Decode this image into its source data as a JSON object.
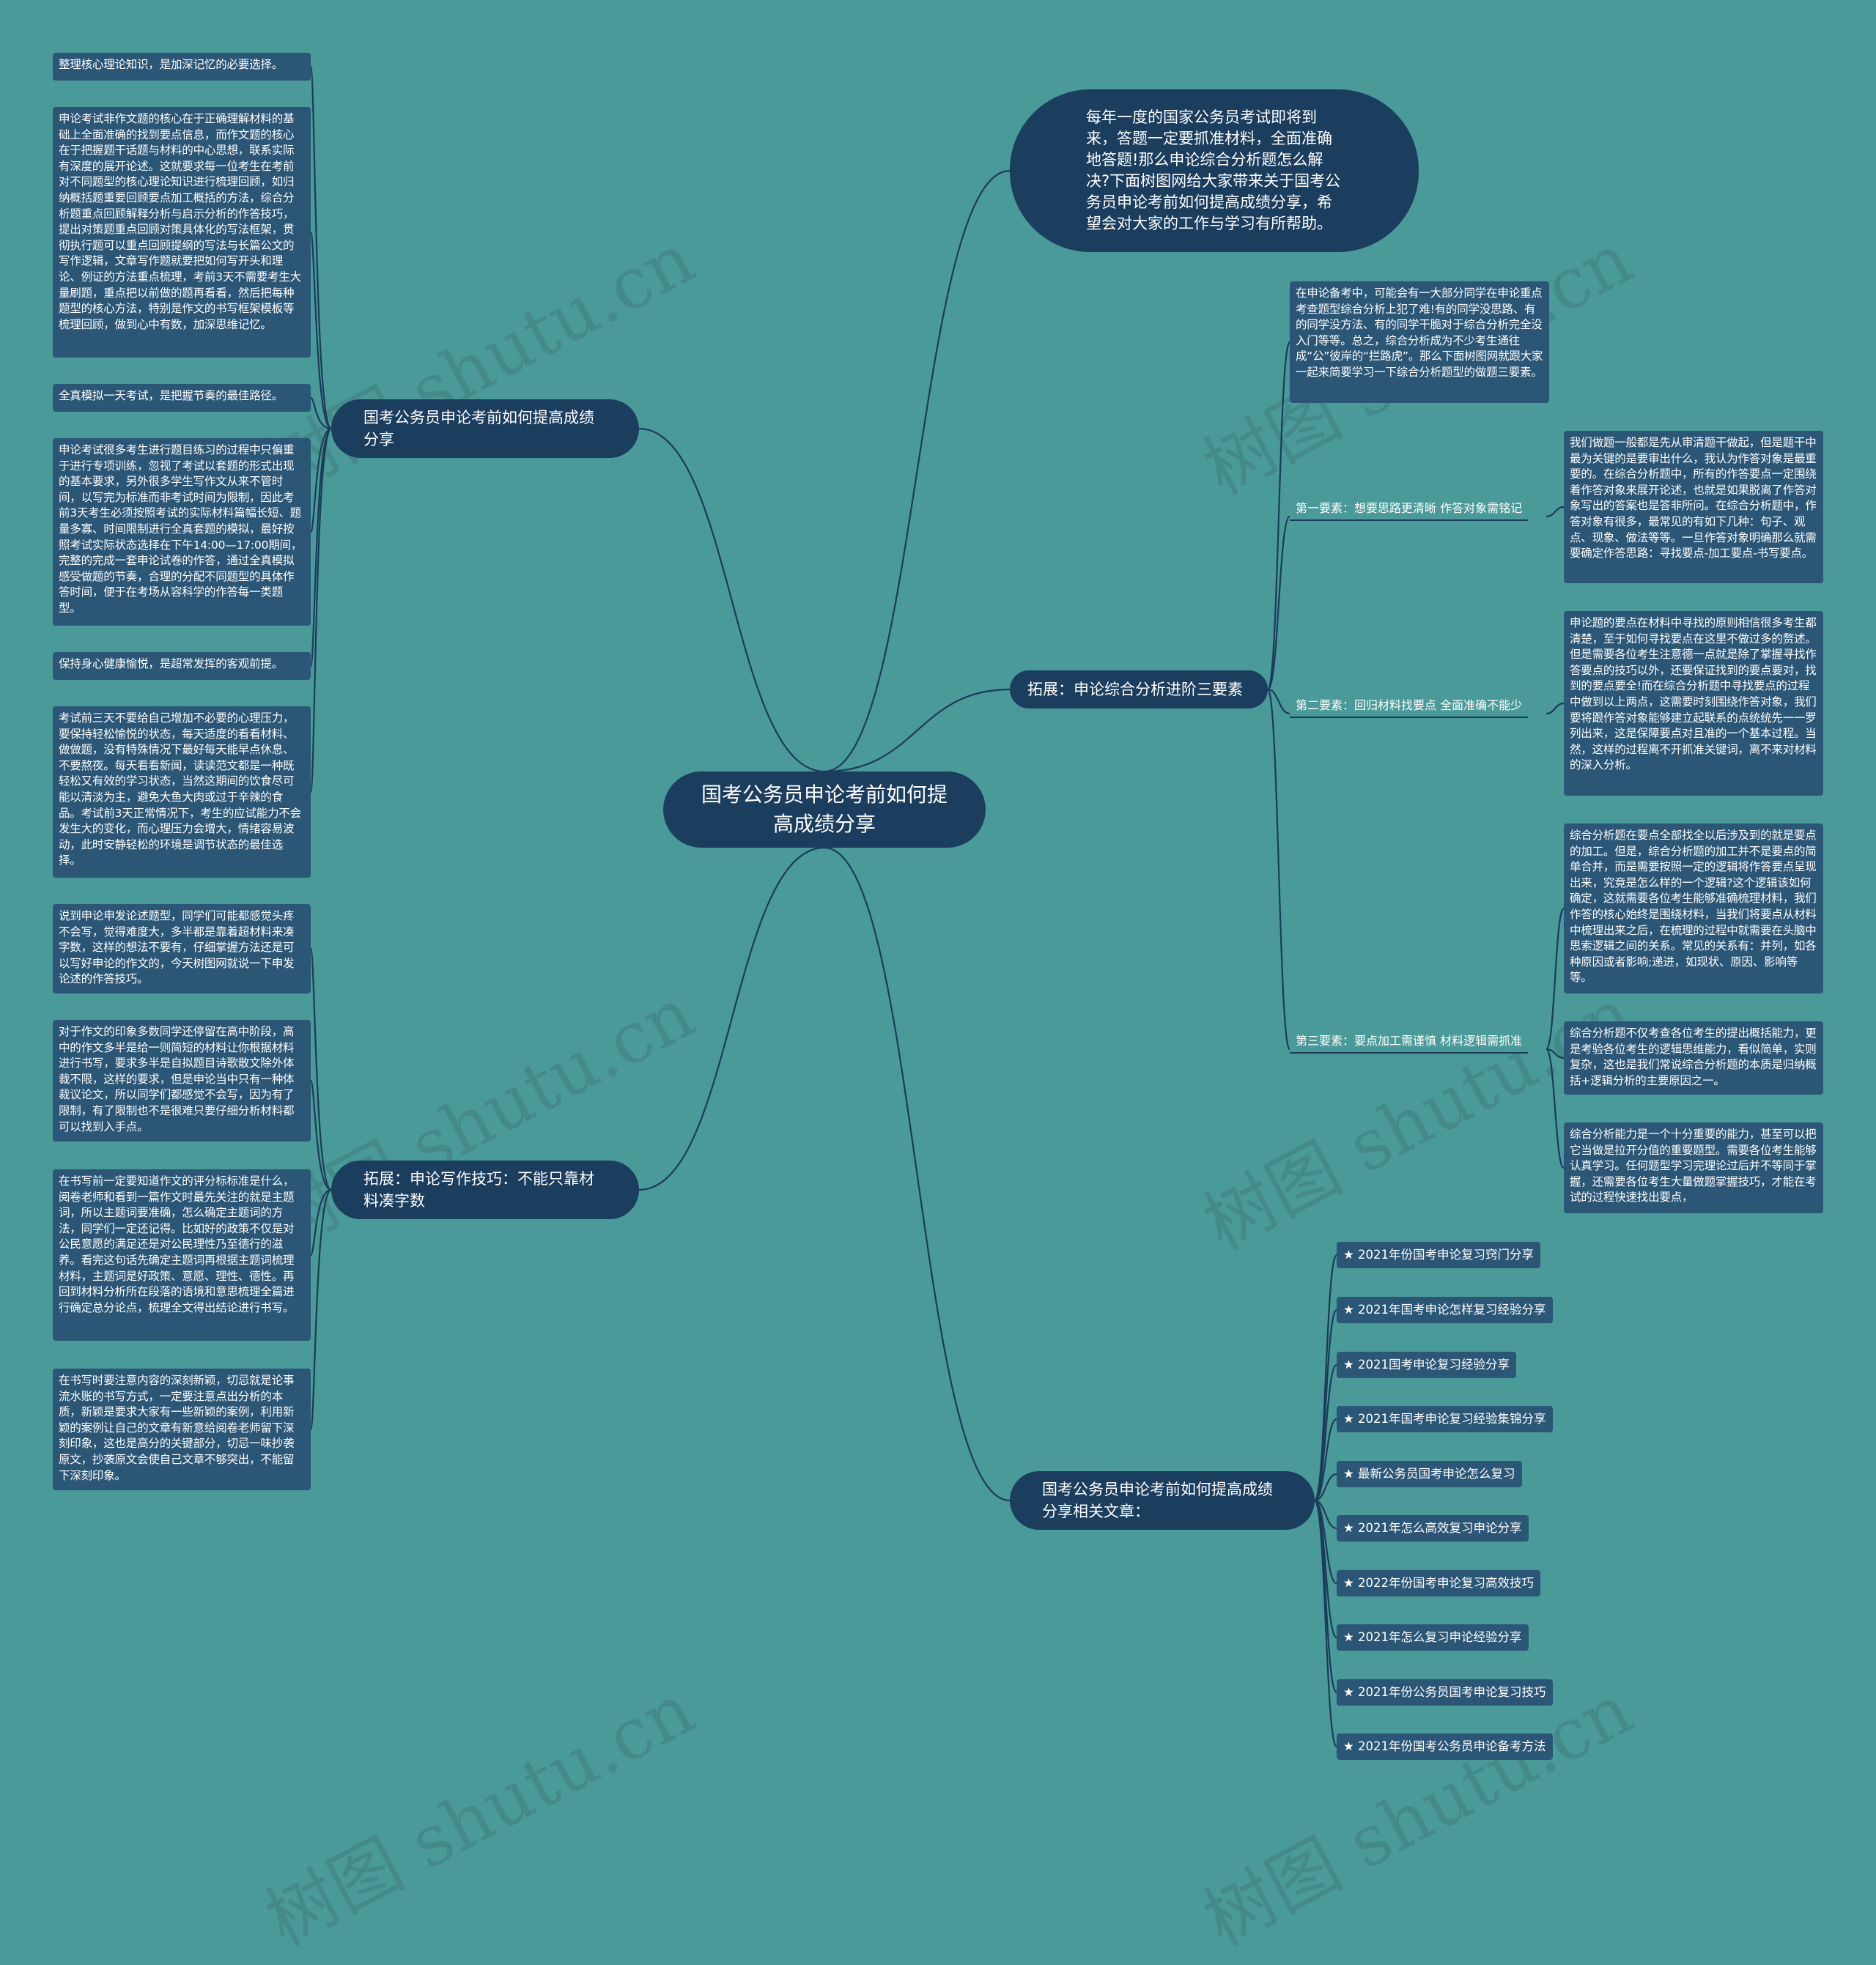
{
  "root": "国考公务员申论考前如何提高成绩分享",
  "intro": "每年一度的国家公务员考试即将到来，答题一定要抓准材料，全面准确地答题!那么申论综合分析题怎么解决?下面树图网给大家带来关于国考公务员申论考前如何提高成绩分享，希望会对大家的工作与学习有所帮助。",
  "branch_left_top": {
    "label": "国考公务员申论考前如何提高成绩分享",
    "items": [
      "整理核心理论知识，是加深记忆的必要选择。",
      "申论考试非作文题的核心在于正确理解材料的基础上全面准确的找到要点信息，而作文题的核心在于把握题干话题与材料的中心思想，联系实际有深度的展开论述。这就要求每一位考生在考前对不同题型的核心理论知识进行梳理回顾，如归纳概括题重要回顾要点加工概括的方法，综合分析题重点回顾解释分析与启示分析的作答技巧，提出对策题重点回顾对策具体化的写法框架，贯彻执行题可以重点回顾提纲的写法与长篇公文的写作逻辑，文章写作题就要把如何写开头和理论、例证的方法重点梳理，考前3天不需要考生大量刷题，重点把以前做的题再看看，然后把每种题型的核心方法，特别是作文的书写框架模板等梳理回顾，做到心中有数，加深思维记忆。",
      "全真模拟一天考试，是把握节奏的最佳路径。",
      "申论考试很多考生进行题目练习的过程中只偏重于进行专项训练，忽视了考试以套题的形式出现的基本要求，另外很多学生写作文从来不管时间，以写完为标准而非考试时间为限制，因此考前3天考生必须按照考试的实际材料篇幅长短、题量多寡、时间限制进行全真套题的模拟，最好按照考试实际状态选择在下午14:00—17:00期间，完整的完成一套申论试卷的作答，通过全真模拟感受做题的节奏，合理的分配不同题型的具体作答时间，便于在考场从容科学的作答每一类题型。",
      "保持身心健康愉悦，是超常发挥的客观前提。",
      "考试前三天不要给自己增加不必要的心理压力，要保持轻松愉悦的状态，每天适度的看看材料、做做题，没有特殊情况下最好每天能早点休息、不要熬夜。每天看看新闻，读读范文都是一种既轻松又有效的学习状态，当然这期间的饮食尽可能以清淡为主，避免大鱼大肉或过于辛辣的食品。考试前3天正常情况下，考生的应试能力不会发生大的变化，而心理压力会增大，情绪容易波动，此时安静轻松的环境是调节状态的最佳选择。"
    ]
  },
  "branch_left_bottom": {
    "label": "拓展：申论写作技巧：不能只靠材料凑字数",
    "items": [
      "说到申论申发论述题型，同学们可能都感觉头疼不会写，觉得难度大，多半都是靠着超材料来凑字数，这样的想法不要有，仔细掌握方法还是可以写好申论的作文的，今天树图网就说一下申发论述的作答技巧。",
      "对于作文的印象多数同学还停留在高中阶段，高中的作文多半是给一则简短的材料让你根据材料进行书写，要求多半是自拟题目诗歌散文除外体裁不限，这样的要求，但是申论当中只有一种体裁议论文，所以同学们都感觉不会写，因为有了限制，有了限制也不是很难只要仔细分析材料都可以找到入手点。",
      "在书写前一定要知道作文的评分标标准是什么，阅卷老师和看到一篇作文时最先关注的就是主题词，所以主题词要准确，怎么确定主题词的方法，同学们一定还记得。比如好的政策不仅是对公民意愿的满足还是对公民理性乃至德行的滋养。看完这句话先确定主题词再根据主题词梳理材料，主题词是好政策、意愿、理性、德性。再回到材料分析所在段落的语境和意思梳理全篇进行确定总分论点，梳理全文得出结论进行书写。",
      "在书写时要注意内容的深刻新颖，切忌就是论事流水账的书写方式，一定要注意点出分析的本质，新颖是要求大家有一些新颖的案例，利用新颖的案例让自己的文章有新意给阅卷老师留下深刻印象，这也是高分的关键部分，切忌一味抄袭原文，抄袭原文会使自己文章不够突出，不能留下深刻印象。"
    ]
  },
  "branch_right_mid": {
    "label": "拓展：申论综合分析进阶三要素",
    "note": "在申论备考中，可能会有一大部分同学在申论重点考查题型综合分析上犯了难!有的同学没思路、有的同学没方法、有的同学干脆对于综合分析完全没入门等等。总之，综合分析成为不少考生通往成“公”彼岸的“拦路虎”。那么下面树图网就跟大家一起来简要学习一下综合分析题型的做题三要素。",
    "elements": [
      {
        "label": "第一要素：想要思路更清晰 作答对象需铭记",
        "details": [
          "我们做题一般都是先从审清题干做起，但是题干中最为关键的是要审出什么，我认为作答对象是最重要的。在综合分析题中，所有的作答要点一定围绕着作答对象来展开论述，也就是如果脱离了作答对象写出的答案也是答非所问。在综合分析题中，作答对象有很多，最常见的有如下几种：句子、观点、现象、做法等等。一旦作答对象明确那么就需要确定作答思路：寻找要点-加工要点-书写要点。"
        ]
      },
      {
        "label": "第二要素：回归材料找要点 全面准确不能少",
        "details": [
          "申论题的要点在材料中寻找的原则相信很多考生都清楚，至于如何寻找要点在这里不做过多的赘述。但是需要各位考生注意德一点就是除了掌握寻找作答要点的技巧以外，还要保证找到的要点要对，找到的要点要全!而在综合分析题中寻找要点的过程中做到以上两点，这需要时刻围绕作答对象，我们要将跟作答对象能够建立起联系的点统统先一一罗列出来，这是保障要点对且准的一个基本过程。当然，这样的过程离不开抓准关键词，离不来对材料的深入分析。"
        ]
      },
      {
        "label": "第三要素：要点加工需谨慎 材料逻辑需抓准",
        "details": [
          "综合分析题在要点全部找全以后涉及到的就是要点的加工。但是，综合分析题的加工并不是要点的简单合并，而是需要按照一定的逻辑将作答要点呈现出来，究竟是怎么样的一个逻辑?这个逻辑该如何确定，这就需要各位考生能够准确梳理材料，我们作答的核心始终是围绕材料，当我们将要点从材料中梳理出来之后，在梳理的过程中就需要在头脑中思索逻辑之间的关系。常见的关系有：并列，如各种原因或者影响;递进，如现状、原因、影响等等。",
          "综合分析题不仅考查各位考生的提出概括能力，更是考验各位考生的逻辑思维能力，看似简单，实则复杂，这也是我们常说综合分析题的本质是归纳概括+逻辑分析的主要原因之一。",
          "综合分析能力是一个十分重要的能力，甚至可以把它当做是拉开分值的重要题型。需要各位考生能够认真学习。任何题型学习完理论过后并不等同于掌握，还需要各位考生大量做题掌握技巧，才能在考试的过程快速找出要点，"
        ]
      }
    ]
  },
  "branch_right_bottom": {
    "label": "国考公务员申论考前如何提高成绩分享相关文章：",
    "links": [
      "★ 2021年份国考申论复习窍门分享",
      "★ 2021年国考申论怎样复习经验分享",
      "★ 2021国考申论复习经验分享",
      "★ 2021年国考申论复习经验集锦分享",
      "★ 最新公务员国考申论怎么复习",
      "★ 2021年怎么高效复习申论分享",
      "★ 2022年份国考申论复习高效技巧",
      "★ 2021年怎么复习申论经验分享",
      "★ 2021年份公务员国考申论复习技巧",
      "★ 2021年份国考公务员申论备考方法"
    ]
  },
  "watermark": "树图 shutu.cn",
  "colors": {
    "background": "#4a9a99",
    "node_dark": "#1b3d5e",
    "leaf": "#2b5676",
    "line": "#1c3b5a"
  }
}
